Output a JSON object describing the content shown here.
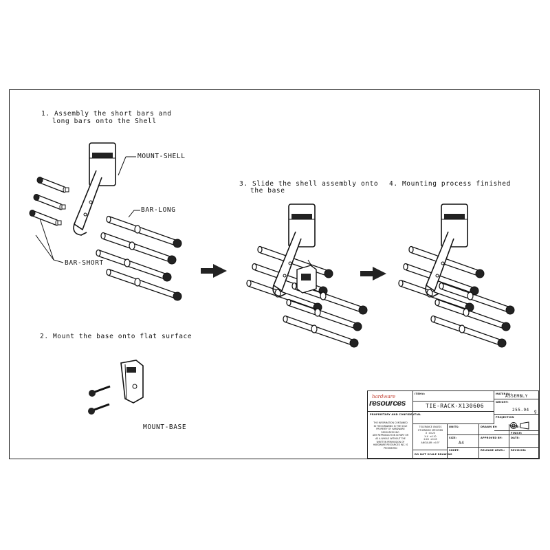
{
  "steps": {
    "step1_line1": "1. Assembly the short bars and",
    "step1_line2": "long bars onto the Shell",
    "step2": "2. Mount the base onto flat surface",
    "step3_line1": "3. Slide the shell assembly onto",
    "step3_line2": "the base",
    "step4": "4. Mounting process finished"
  },
  "parts": {
    "mount_shell": "MOUNT-SHELL",
    "bar_long": "BAR-LONG",
    "bar_short": "BAR-SHORT",
    "mount_base": "MOUNT-BASE"
  },
  "title_block": {
    "logo_top": "hardware",
    "logo_main": "resources",
    "proprietary_heading": "PROPRIETARY AND CONFIDENTIAL",
    "proprietary_text": "THE INFORMATION CONTAINED\nIN THIS DRAWING IS THE SOLE\nPROPERTY OF HARDWARE\nRESOURCES INC.\nANY REPRODUCTION IN PART OR\nAS A WHOLE WITHOUT THE\nWRITTEN PERMISSION OF\nHARDWARE RESOURCES INC. IS\nPROHIBITED",
    "tolerance_text": "TOLERANCE UNLESS\nOTHERWISE SPECIFIED\nX  ±0.20\nX.X  ±0.10\nX.XX  ±0.05\nANGULAR: ±0.5°",
    "do_not_scale": "DO NOT SCALE DRAWING",
    "item_caption": "ITEM#:",
    "item_value": "TIE-RACK-X130606",
    "material_caption": "MATERIAL:",
    "material_value": "ASSEMBLY",
    "weight_caption": "WEIGHT:",
    "weight_value": "255.94",
    "weight_unit": "g",
    "finish_caption": "FINISH:",
    "projection_caption": "PROJECTION",
    "units_caption": "UNITS:",
    "drawn_caption": "DRAWN BY:",
    "date_caption": "DATE:",
    "size_caption": "SIZE:",
    "size_value": "A4",
    "approved_caption": "APPROVED BY:",
    "date2_caption": "DATE:",
    "sheet_caption": "SHEET:",
    "release_caption": "RELEASE LEVEL:",
    "revision_caption": "REVISION:"
  }
}
